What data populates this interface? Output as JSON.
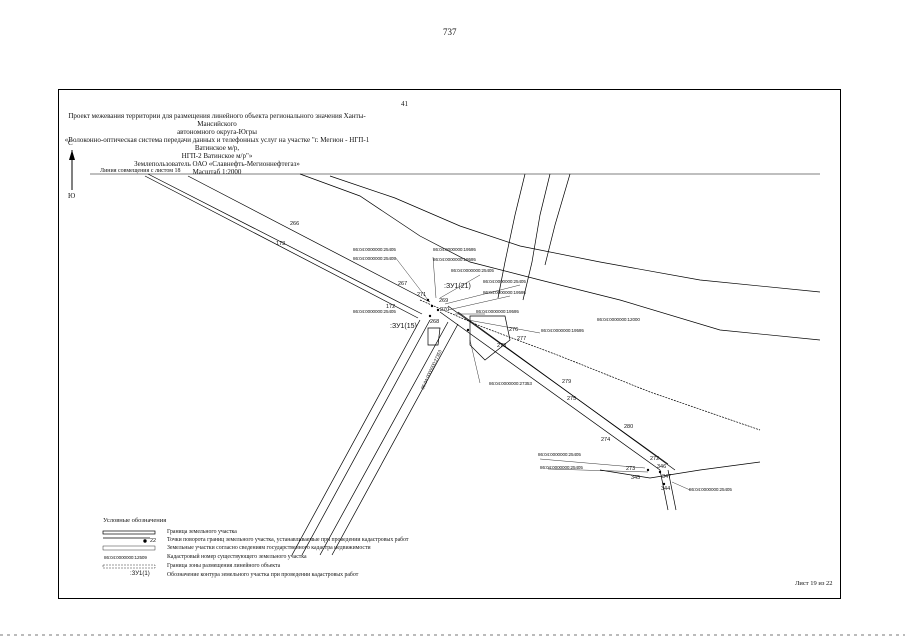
{
  "page_number": "737",
  "sheet_number": "41",
  "title": {
    "line1": "Проект межевания территории для размещения линейного объекта регионального значения Ханты-Мансийского",
    "line2": "автономного округа-Югры",
    "line3": "«Волоконно-оптическая система передачи данных и телефонных услуг на участке \"г. Мегион - НГП-1 Ватинское м/р,",
    "line4": "НГП-2 Ватинское м/р\"»",
    "line5": "Землепользователь ОАО «Славнефть-Мегионнефтегаз»",
    "line6": "Масштаб 1:2000"
  },
  "north": {
    "top": "С",
    "bottom": "Ю"
  },
  "match_line": "Линия совмещения с листом 18",
  "point_labels": {
    "p266": "266",
    "p173": "173",
    "p267": "267",
    "p172": "172",
    "p271": "271",
    "p269": "269",
    "p270": "270",
    "p268": "268",
    "p276": "276",
    "p277": "277",
    "p278": "278",
    "p279": "279",
    "p275": "275",
    "p280": "280",
    "p274": "274",
    "p272": "272",
    "p273": "273",
    "p346": "346",
    "p345": "345",
    "p347": "347",
    "p344": "344",
    "p22": "22"
  },
  "cadastral": {
    "c1": "86:04:0000000:25405",
    "c2": "86:04:0000000:19595",
    "c3": "86:04:0000000:19595",
    "c4": "86:04:0000000:25405",
    "c5": "86:04:0000000:25405",
    "c6": "86:04:0000000:25405",
    "c7": "86:04:0000000:19595",
    "c8": "86:04:0000000:25405",
    "c9": "86:04:0000000:19595",
    "c10": "86:04:0000000:12000",
    "c11": "86:04:0000000:19595",
    "c12": "86:04:0000000:27353",
    "c13": "86:04:0000000:27353",
    "c14": "86:04:0000000:25405",
    "c15": "86:04:0000000:25405",
    "c16": "86:04:0000000:25405"
  },
  "zu_labels": {
    "zu21": ":ЗУ1(21)",
    "zu15": ":ЗУ1(15)"
  },
  "legend": {
    "title": "Условные обозначения",
    "items": [
      "Граница земельного участка",
      "Точки поворота границ земельного участка, устанавливаемые при проведении кадастровых работ",
      "Земельные участки согласно сведениям государственного кадастра недвижимости",
      "Кадастровый номер существующего земельного участка",
      "Граница зоны размещения линейного объекта",
      "Обозначение контура земельного участка при проведении кадастровых работ"
    ],
    "sample_cad": "86:04:0000000:12509",
    "sample_zu": ":ЗУ1(1)"
  },
  "sheet_label": "Лист 19 из 22"
}
